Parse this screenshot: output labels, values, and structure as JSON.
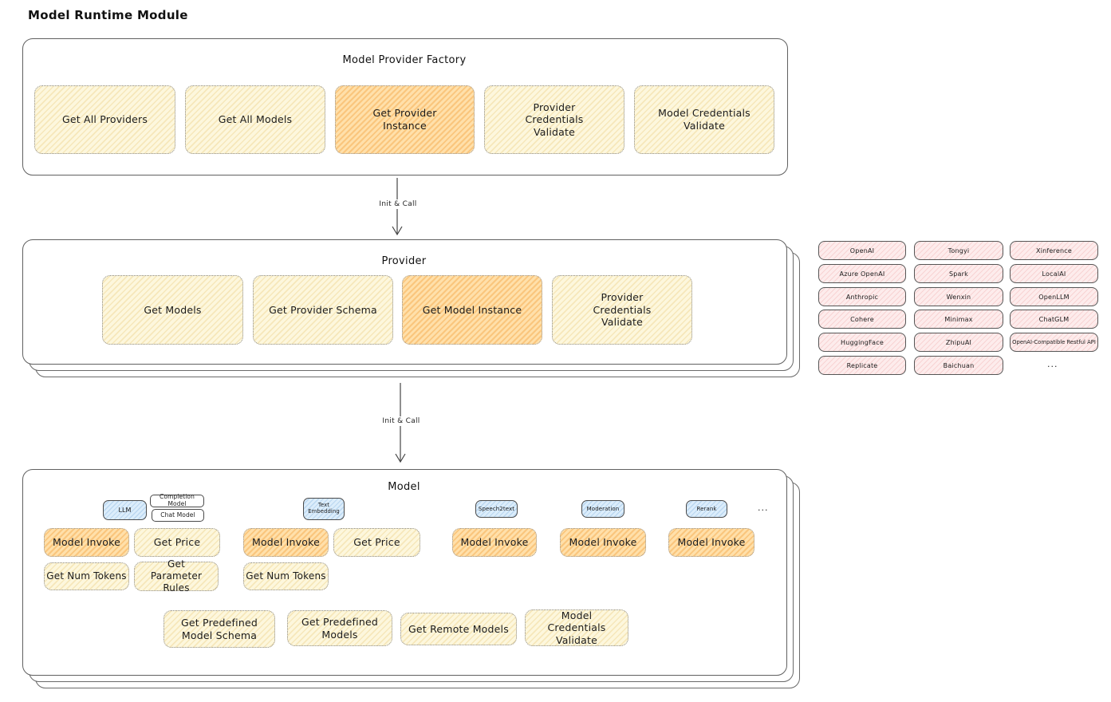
{
  "page_title": "Model Runtime Module",
  "colors": {
    "yellow_fill": "#fdf7dd",
    "orange_highlight_fill": "#ffe2ae",
    "pink_fill": "#fdecec",
    "blue_tag_fill": "#dcedfb",
    "box_border": "#606060"
  },
  "arrow1_label": "Init & Call",
  "arrow2_label": "Init & Call",
  "factory": {
    "title": "Model Provider Factory",
    "items": [
      {
        "label": "Get All Providers"
      },
      {
        "label": "Get All Models"
      },
      {
        "label": "Get Provider Instance"
      },
      {
        "label": "Provider Credentials Validate"
      },
      {
        "label": "Model Credentials Validate"
      }
    ]
  },
  "provider": {
    "title": "Provider",
    "items": [
      {
        "label": "Get Models"
      },
      {
        "label": "Get Provider Schema"
      },
      {
        "label": "Get Model Instance"
      },
      {
        "label": "Provider Credentials Validate"
      }
    ]
  },
  "vendors": {
    "items": [
      "OpenAI",
      "Tongyi",
      "Xinference",
      "Azure OpenAI",
      "Spark",
      "LocalAI",
      "Anthropic",
      "Wenxin",
      "OpenLLM",
      "Cohere",
      "Minimax",
      "ChatGLM",
      "HuggingFace",
      "ZhipuAI",
      "OpenAI-Compatible Restful API",
      "Replicate",
      "Baichuan"
    ],
    "ellipsis": "..."
  },
  "model": {
    "title": "Model",
    "tags": {
      "llm": "LLM",
      "completion": "Completion Model",
      "chat": "Chat Model",
      "text_embedding": "Text Embedding",
      "speech2text": "Speech2text",
      "moderation": "Moderation",
      "rerank": "Rerank",
      "ellipsis": "..."
    },
    "fn": {
      "model_invoke": "Model Invoke",
      "get_price": "Get Price",
      "get_num_tokens": "Get Num Tokens",
      "get_parameter_rules": "Get Parameter Rules",
      "get_predefined_model_schema": "Get Predefined Model Schema",
      "get_predefined_models": "Get Predefined Models",
      "get_remote_models": "Get Remote Models",
      "model_credentials_validate": "Model Credentials Validate"
    }
  }
}
